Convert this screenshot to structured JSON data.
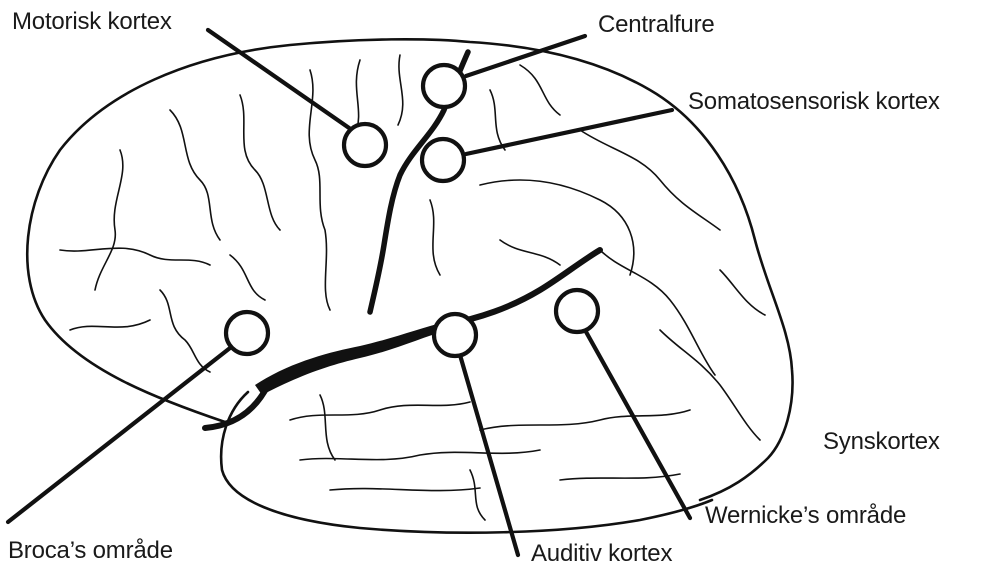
{
  "labels": {
    "motor_cortex": "Motorisk kortex",
    "central_sulcus": "Centralfure",
    "somatosensory_cortex": "Somatosensorisk kortex",
    "visual_cortex": "Synskortex",
    "wernicke_area": "Wernicke’s område",
    "broca_area": "Broca’s område",
    "auditory_cortex": "Auditiv kortex"
  }
}
